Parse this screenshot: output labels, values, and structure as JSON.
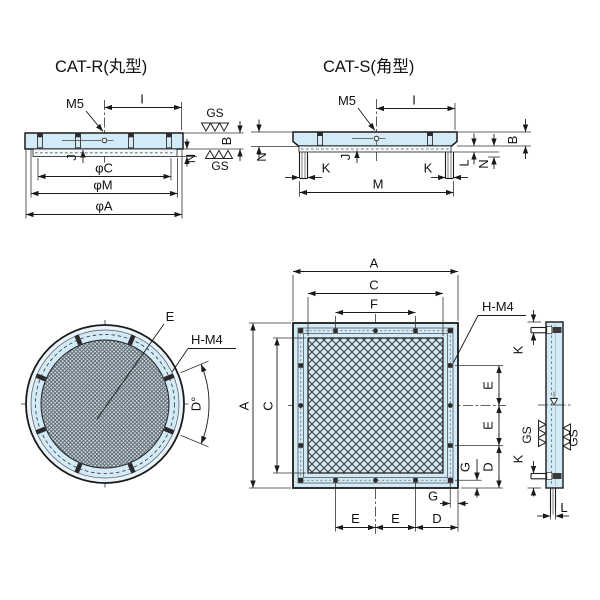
{
  "page": {
    "background": "#ffffff"
  },
  "drawing": {
    "colors": {
      "line": "#1a1a1a",
      "plate_fill": "#d3eaf7",
      "mesh_fine_line": "#515a60",
      "mesh_coarse_line": "#434a4f",
      "mesh_fine_bg": "#ccdde6",
      "mesh_coarse_bg": "#d7ebf7"
    },
    "titles": {
      "cat_r": "CAT-R(丸型)",
      "cat_s": "CAT-S(角型)"
    },
    "cat_r_side": {
      "m5": "M5",
      "i": "I",
      "gs": "GS",
      "b": "B",
      "n": "N",
      "j": "J",
      "phi_c": "φC",
      "phi_m": "φM",
      "phi_a": "φA"
    },
    "cat_s_side": {
      "m5": "M5",
      "i": "I",
      "b": "B",
      "l": "L",
      "n_left": "N",
      "n_right": "N",
      "j": "J",
      "k_left": "K",
      "k_right": "K",
      "m": "M"
    },
    "cat_r_plan": {
      "e": "E",
      "h_m4": "H-M4",
      "d": "D°"
    },
    "cat_s_plan": {
      "a_top": "A",
      "c_top": "C",
      "f": "F",
      "h_m4": "H-M4",
      "a_left": "A",
      "c_left": "C",
      "e1": "E",
      "e2": "E",
      "d_right": "D",
      "g_right": "G",
      "g_bottom": "G",
      "e3": "E",
      "e4": "E",
      "d_bottom": "D"
    },
    "cat_s_edge": {
      "k_top": "K",
      "k_bottom": "K",
      "gs_left": "GS",
      "gs_right": "GS",
      "l": "L"
    }
  }
}
